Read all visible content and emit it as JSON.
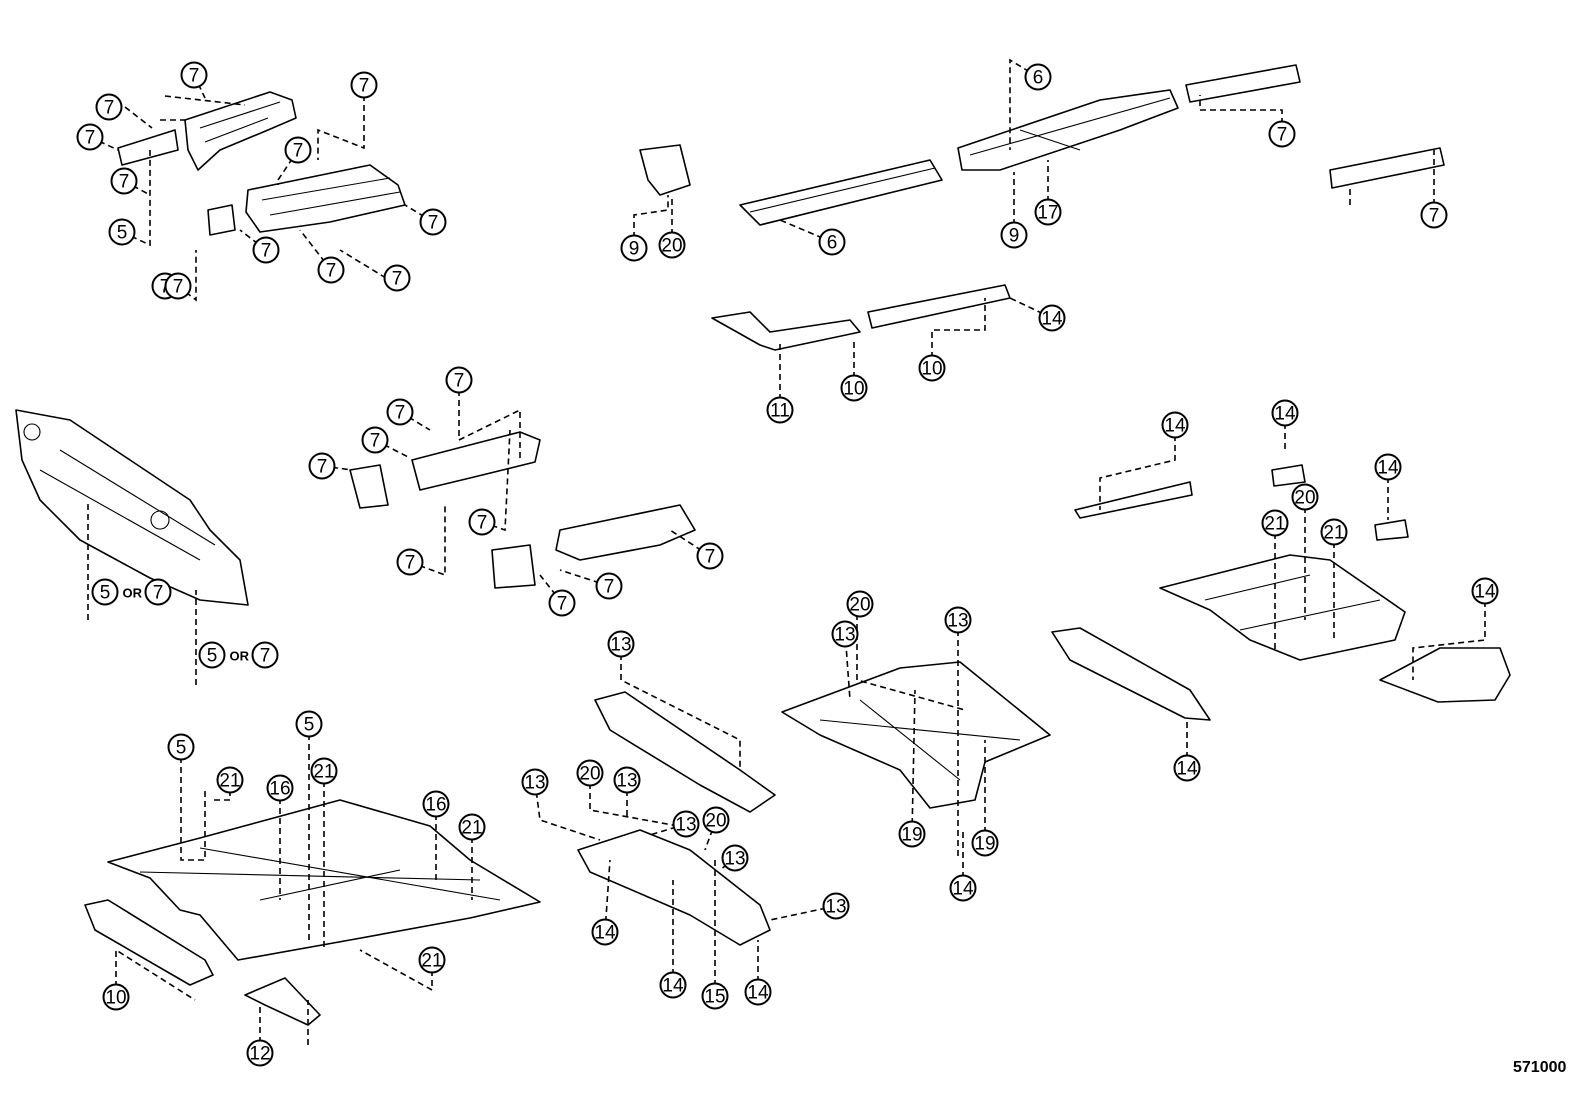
{
  "diagram": {
    "reference_code": "571000",
    "or_label": "OR",
    "callouts": [
      "7",
      "7",
      "7",
      "7",
      "7",
      "7",
      "7",
      "7",
      "7",
      "7",
      "7",
      "5",
      "7",
      "9",
      "20",
      "6",
      "6",
      "9",
      "17",
      "7",
      "7",
      "11",
      "10",
      "10",
      "14",
      "7",
      "7",
      "7",
      "7",
      "7",
      "7",
      "7",
      "7",
      "7",
      "5",
      "7",
      "5",
      "7",
      "14",
      "14",
      "14",
      "20",
      "21",
      "21",
      "14",
      "13",
      "20",
      "13",
      "13",
      "19",
      "19",
      "14",
      "14",
      "14",
      "5",
      "5",
      "21",
      "16",
      "21",
      "16",
      "21",
      "21",
      "10",
      "12",
      "13",
      "13",
      "20",
      "13",
      "13",
      "20",
      "13",
      "13",
      "14",
      "14",
      "15",
      "14"
    ],
    "or_pairs": [
      {
        "left_index": 34,
        "right_index": 35
      },
      {
        "left_index": 36,
        "right_index": 37
      }
    ]
  }
}
